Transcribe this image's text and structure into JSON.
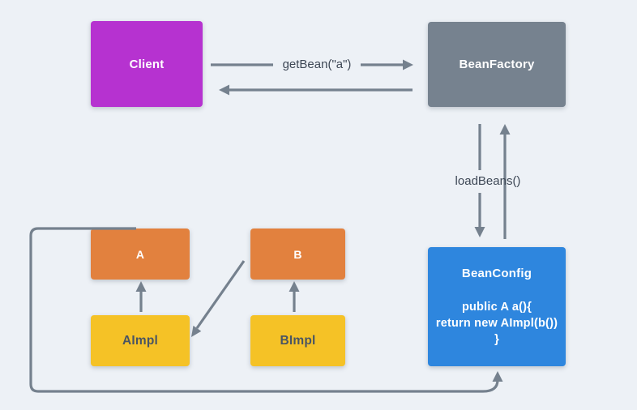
{
  "colors": {
    "background": "#edf1f6",
    "connector": "#75818e",
    "client_fill": "#b632d0",
    "factory_fill": "#76828f",
    "config_fill": "#2e86de",
    "interface_fill": "#e2813e",
    "impl_fill": "#f5c226",
    "edge_label_text": "#3d4755",
    "impl_label_text": "#4a5563"
  },
  "nodes": {
    "client": {
      "label": "Client"
    },
    "bean_factory": {
      "label": "BeanFactory"
    },
    "bean_config": {
      "label": "BeanConfig",
      "code_line_1": "public A a(){",
      "code_line_2": "return new AImpl(b())",
      "code_line_3": "}"
    },
    "a": {
      "label": "A"
    },
    "b": {
      "label": "B"
    },
    "a_impl": {
      "label": "AImpl"
    },
    "b_impl": {
      "label": "BImpl"
    }
  },
  "edges": {
    "get_bean": {
      "label": "getBean(\"a\")"
    },
    "load_beans": {
      "label": "loadBeans()"
    }
  }
}
